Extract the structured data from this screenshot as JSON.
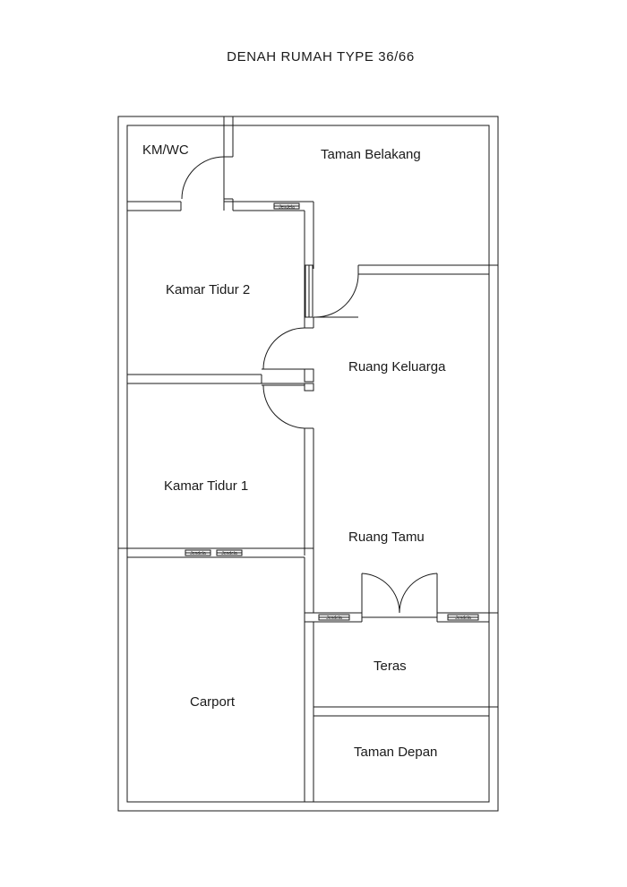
{
  "title": "DENAH RUMAH  TYPE 36/66",
  "rooms": {
    "km_wc": "KM/WC",
    "taman_belakang": "Taman Belakang",
    "kamar_tidur_2": "Kamar Tidur 2",
    "ruang_keluarga": "Ruang Keluarga",
    "kamar_tidur_1": "Kamar Tidur 1",
    "ruang_tamu": "Ruang Tamu",
    "teras": "Teras",
    "carport": "Carport",
    "taman_depan": "Taman Depan"
  },
  "window_label": "Jendela",
  "colors": {
    "line": "#1a1a1a",
    "background": "#ffffff"
  }
}
